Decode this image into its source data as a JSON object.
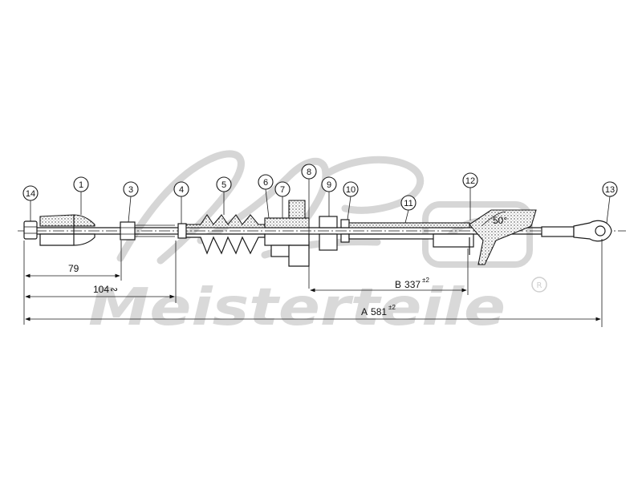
{
  "watermark": {
    "brand_text": "Meisterteile",
    "registered_mark": "R",
    "logo_name": "A.I.C. logo"
  },
  "balloons": [
    {
      "id": "balloon-1",
      "label": "1"
    },
    {
      "id": "balloon-3",
      "label": "3"
    },
    {
      "id": "balloon-4",
      "label": "4"
    },
    {
      "id": "balloon-5",
      "label": "5"
    },
    {
      "id": "balloon-6",
      "label": "6"
    },
    {
      "id": "balloon-7",
      "label": "7"
    },
    {
      "id": "balloon-8",
      "label": "8"
    },
    {
      "id": "balloon-9",
      "label": "9"
    },
    {
      "id": "balloon-10",
      "label": "10"
    },
    {
      "id": "balloon-11",
      "label": "11"
    },
    {
      "id": "balloon-12",
      "label": "12"
    },
    {
      "id": "balloon-13",
      "label": "13"
    },
    {
      "id": "balloon-14",
      "label": "14"
    }
  ],
  "dimensions": {
    "d79": {
      "value": "79"
    },
    "d104": {
      "value": "104",
      "suffix": "∾"
    },
    "B": {
      "prefix": "B",
      "value": "337",
      "tolerance": "±2"
    },
    "A": {
      "prefix": "A",
      "value": "581",
      "tolerance": "±2"
    },
    "angle": {
      "value": "50°"
    }
  }
}
